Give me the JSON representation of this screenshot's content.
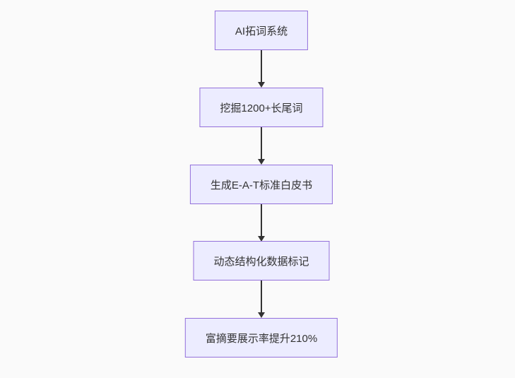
{
  "flowchart": {
    "type": "flowchart",
    "direction": "top-down",
    "nodes": [
      {
        "label": "AI拓词系统"
      },
      {
        "label": "挖掘1200+长尾词"
      },
      {
        "label": "生成E-A-T标准白皮书"
      },
      {
        "label": "动态结构化数据标记"
      },
      {
        "label": "富摘要展示率提升210%"
      }
    ],
    "edges": [
      {
        "from": 0,
        "to": 1
      },
      {
        "from": 1,
        "to": 2
      },
      {
        "from": 2,
        "to": 3
      },
      {
        "from": 3,
        "to": 4
      }
    ],
    "colors": {
      "node_fill": "#ECECFF",
      "node_border": "#9370DB",
      "text": "#333333",
      "arrow": "#333333",
      "background": "#fafafa"
    }
  }
}
